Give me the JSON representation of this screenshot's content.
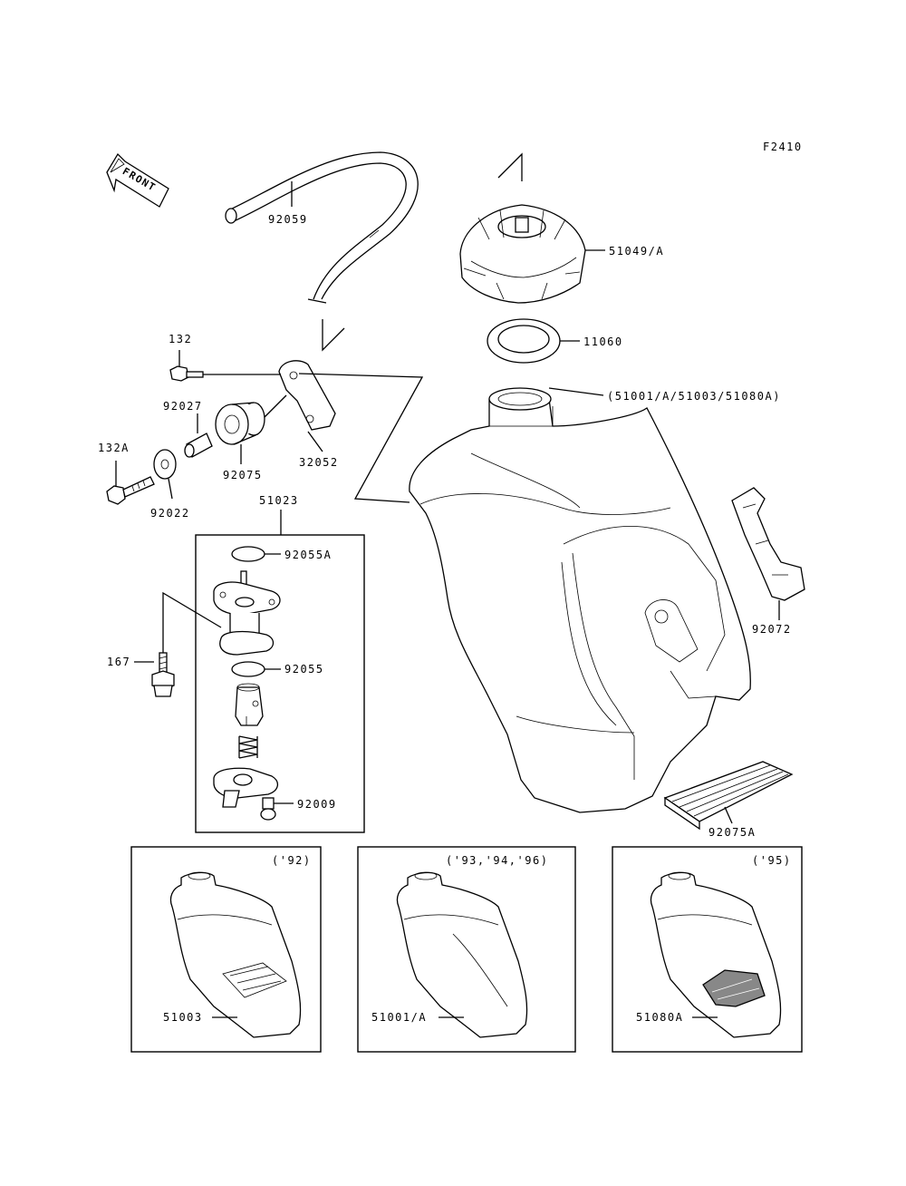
{
  "figure_id": "F2410",
  "front_label": "FRONT",
  "parts": {
    "p92059": "92059",
    "p51049": "51049/A",
    "p11060": "11060",
    "p51001": "(51001/A/51003/51080A)",
    "p132": "132",
    "p92027": "92027",
    "p132A": "132A",
    "p92022": "92022",
    "p92075": "92075",
    "p32052": "32052",
    "p51023": "51023",
    "p92055A": "92055A",
    "p92055": "92055",
    "p167": "167",
    "p92009": "92009",
    "p92072": "92072",
    "p92075A": "92075A"
  },
  "variants": [
    {
      "years": "('92)",
      "part": "51003"
    },
    {
      "years": "('93,'94,'96)",
      "part": "51001/A"
    },
    {
      "years": "('95)",
      "part": "51080A"
    }
  ]
}
